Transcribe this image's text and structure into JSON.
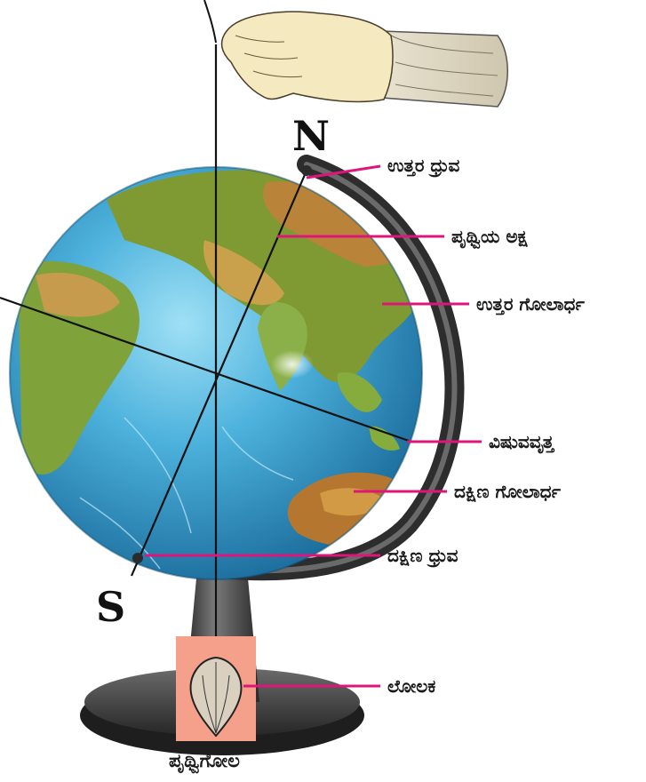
{
  "poles": {
    "north": "N",
    "south": "S"
  },
  "labels": {
    "north_pole": "ಉತ್ತರ ಧ್ರುವ",
    "earth_axis": "ಪೃಥ್ವಿಯ ಅಕ್ಷ",
    "northern_hemisphere": "ಉತ್ತರ ಗೋಲಾರ್ಧ",
    "equator": "ವಿಷುವವೃತ್ತ",
    "southern_hemisphere": "ದಕ್ಷಿಣ ಗೋಲಾರ್ಧ",
    "south_pole": "ದಕ್ಷಿಣ ಧ್ರುವ",
    "pendulum": "ಲೋಲಕ"
  },
  "caption": "ಪೃಥ್ವಿಗೋಲ",
  "colors": {
    "leader_line": "#e0157a",
    "ocean": "#3f9fd0",
    "land": "#8aa83a",
    "stand": "#3a3a3a",
    "pendulum_box": "#f4a08a"
  }
}
